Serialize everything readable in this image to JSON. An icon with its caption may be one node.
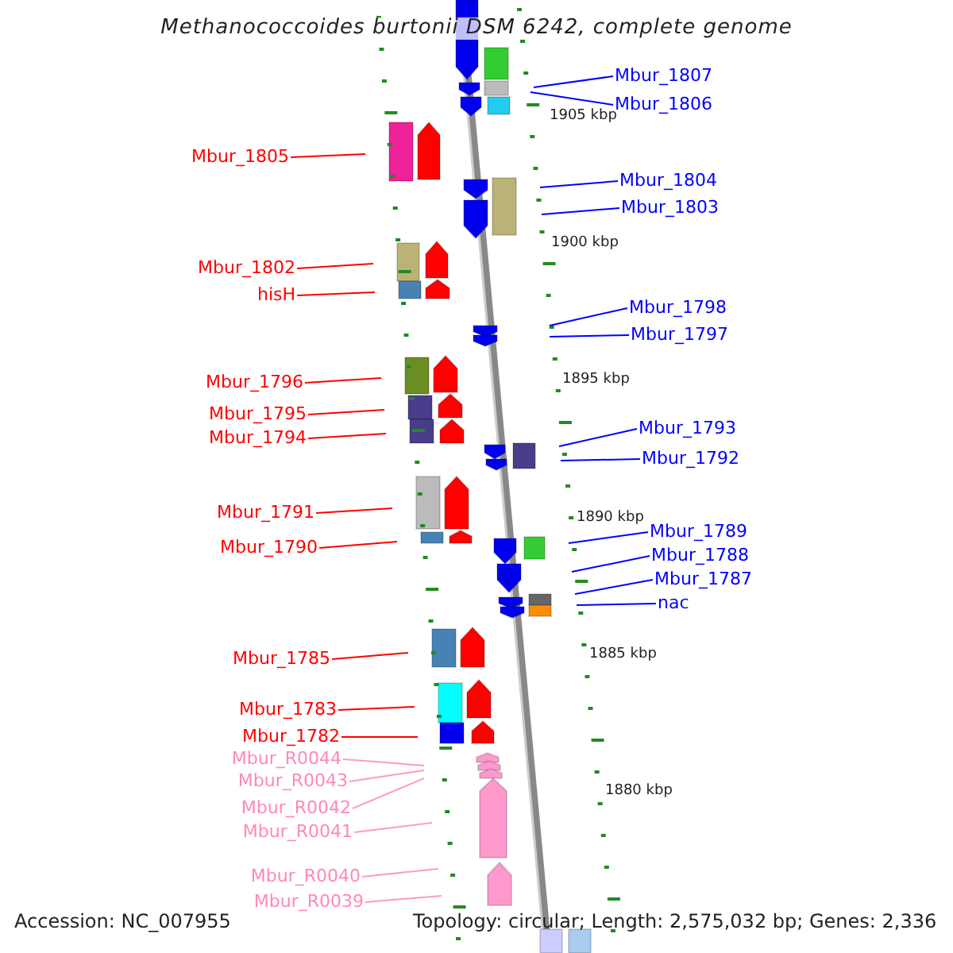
{
  "diagram": {
    "title": "Methanococcoides burtonii DSM 6242, complete genome",
    "nodes": [
      {
        "text": [
          "Mbur_1807"
        ]
      },
      {
        "text": [
          "Mbur_1806"
        ]
      },
      {
        "text": [
          "Mbur_1805"
        ]
      },
      {
        "text": [
          "Mbur_1804"
        ]
      },
      {
        "text": [
          "Mbur_1803"
        ]
      },
      {
        "text": [
          "Mbur_1802"
        ]
      },
      {
        "text": [
          "hisH"
        ]
      },
      {
        "text": [
          "Mbur_1798"
        ]
      },
      {
        "text": [
          "Mbur_1797"
        ]
      },
      {
        "text": [
          "Mbur_1796"
        ]
      },
      {
        "text": [
          "Mbur_1795"
        ]
      },
      {
        "text": [
          "Mbur_1793"
        ]
      },
      {
        "text": [
          "Mbur_1794"
        ]
      },
      {
        "text": [
          "Mbur_1792"
        ]
      },
      {
        "text": [
          "Mbur_1791"
        ]
      },
      {
        "text": [
          "Mbur_1789"
        ]
      },
      {
        "text": [
          "Mbur_1790"
        ]
      },
      {
        "text": [
          "Mbur_1788"
        ]
      },
      {
        "text": [
          "Mbur_1787"
        ]
      },
      {
        "text": [
          "nac"
        ]
      },
      {
        "text": [
          "Mbur_1785"
        ]
      },
      {
        "text": [
          "Mbur_1783"
        ]
      },
      {
        "text": [
          "Mbur_1782"
        ]
      },
      {
        "text": [
          "Mbur_R0044"
        ]
      },
      {
        "text": [
          "Mbur_R0043"
        ]
      },
      {
        "text": [
          "Mbur_R0042"
        ]
      },
      {
        "text": [
          "Mbur_R0041"
        ]
      },
      {
        "text": [
          "Mbur_R0040"
        ]
      },
      {
        "text": [
          "Mbur_R0039"
        ]
      }
    ],
    "edges": [
      {
        "from": 0,
        "to": null,
        "arrow": "none"
      },
      {
        "from": 1,
        "to": null,
        "arrow": "none"
      },
      {
        "from": 2,
        "to": null,
        "arrow": "none",
        "color": "#ff0000"
      },
      {
        "from": 3,
        "to": null,
        "arrow": "none"
      },
      {
        "from": 4,
        "to": null,
        "arrow": "none"
      },
      {
        "from": 5,
        "to": null,
        "arrow": "none",
        "color": "#ff0000"
      },
      {
        "from": 6,
        "to": null,
        "arrow": "none",
        "color": "#ff0000"
      },
      {
        "from": 7,
        "to": null,
        "arrow": "none"
      },
      {
        "from": 8,
        "to": null,
        "arrow": "none"
      },
      {
        "from": 9,
        "to": null,
        "arrow": "none",
        "color": "#ff0000"
      },
      {
        "from": 10,
        "to": null,
        "arrow": "none",
        "color": "#ff0000"
      },
      {
        "from": 11,
        "to": null,
        "arrow": "none"
      },
      {
        "from": 12,
        "to": null,
        "arrow": "none",
        "color": "#ff0000"
      },
      {
        "from": 13,
        "to": null,
        "arrow": "none"
      },
      {
        "from": 14,
        "to": null,
        "arrow": "none",
        "color": "#ff0000"
      },
      {
        "from": 15,
        "to": null,
        "arrow": "none"
      },
      {
        "from": 16,
        "to": null,
        "arrow": "none",
        "color": "#ff0000"
      },
      {
        "from": 17,
        "to": null,
        "arrow": "none"
      },
      {
        "from": 18,
        "to": null,
        "arrow": "none"
      },
      {
        "from": 19,
        "to": null,
        "arrow": "none"
      },
      {
        "from": 20,
        "to": null,
        "arrow": "none",
        "color": "#ff0000"
      },
      {
        "from": 21,
        "to": null,
        "arrow": "none",
        "color": "#ff0000"
      },
      {
        "from": 22,
        "to": null,
        "arrow": "none",
        "color": "#ff0000"
      },
      {
        "from": 23,
        "to": null,
        "arrow": "none",
        "color": "#ff99cc"
      },
      {
        "from": 24,
        "to": null,
        "arrow": "none",
        "color": "#ff99cc"
      },
      {
        "from": 25,
        "to": null,
        "arrow": "none",
        "color": "#ff99cc"
      },
      {
        "from": 26,
        "to": null,
        "arrow": "none",
        "color": "#ff99cc"
      },
      {
        "from": 27,
        "to": null,
        "arrow": "none",
        "color": "#ff99cc"
      },
      {
        "from": 28,
        "to": null,
        "arrow": "none",
        "color": "#ff99cc"
      }
    ],
    "labels": [
      "1905 kbp",
      "1900 kbp",
      "1895 kbp",
      "1890 kbp",
      "1885 kbp",
      "1880 kbp",
      "Accession: NC_007955",
      "Topology: circular; Length: 2,575,032 bp; Genes: 2,336"
    ]
  }
}
